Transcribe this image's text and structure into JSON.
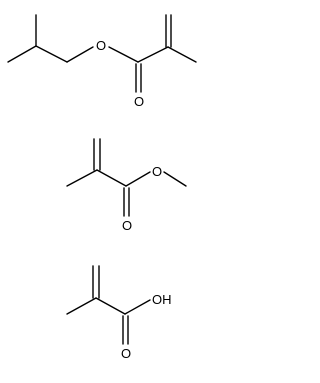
{
  "diagram": {
    "molecules": [
      {
        "labels": {
          "ester_oxygen": "O",
          "carbonyl_oxygen": "O"
        }
      },
      {
        "labels": {
          "ester_oxygen": "O",
          "carbonyl_oxygen": "O"
        }
      },
      {
        "labels": {
          "hydroxyl": "OH",
          "carbonyl_oxygen": "O"
        }
      }
    ]
  }
}
